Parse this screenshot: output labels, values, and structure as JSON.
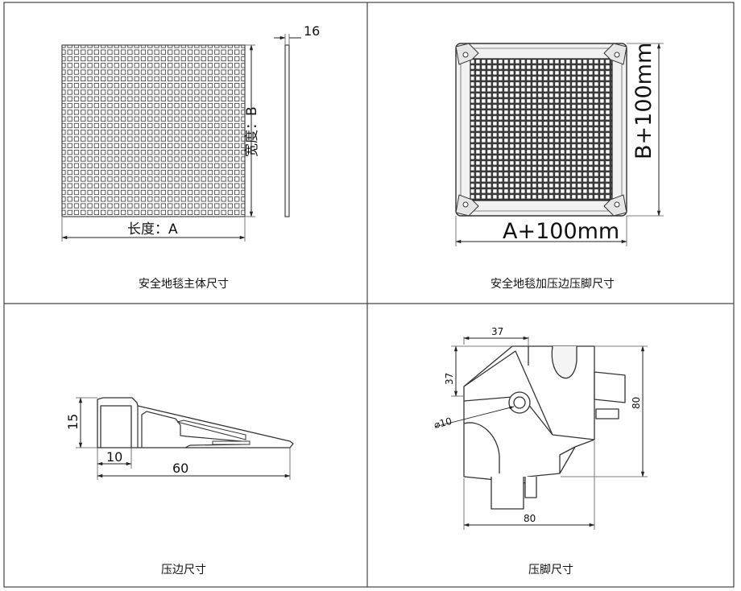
{
  "panels": [
    {
      "caption": "安全地毯主体尺寸",
      "labels": {
        "length": "长度：A",
        "width": "宽度：B",
        "thickness": "16"
      }
    },
    {
      "caption": "安全地毯加压边压脚尺寸",
      "labels": {
        "length": "A+100mm",
        "width": "B+100mm"
      }
    },
    {
      "caption": "压边尺寸",
      "labels": {
        "height": "15",
        "base": "10",
        "total": "60"
      }
    },
    {
      "caption": "压脚尺寸",
      "labels": {
        "top": "37",
        "side": "37",
        "hole": "⌀10",
        "height": "80",
        "width": "80"
      }
    }
  ]
}
